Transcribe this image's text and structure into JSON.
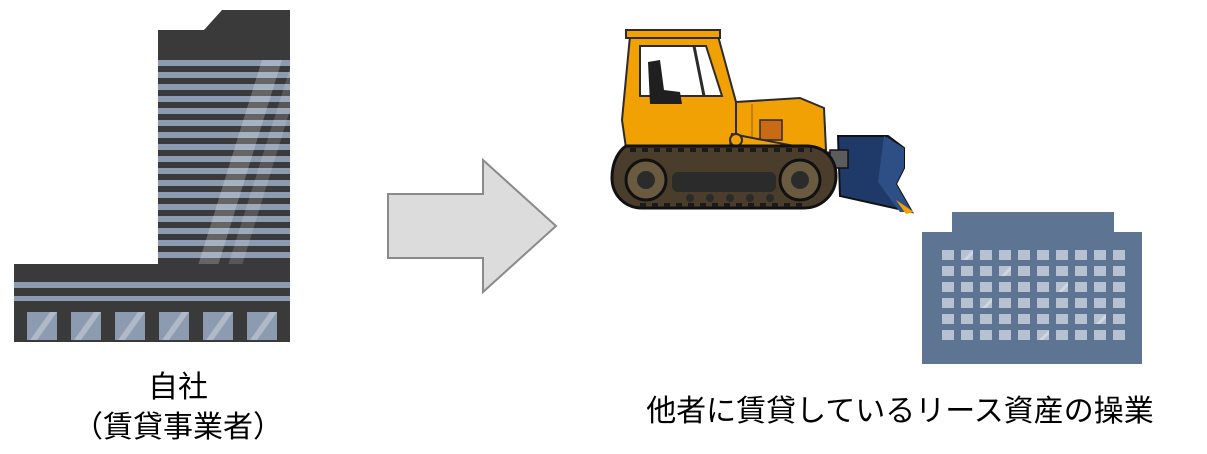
{
  "left_caption": {
    "line1": "自社",
    "line2": "（賃貸事業者）"
  },
  "right_caption": "他者に賃貸しているリース資産の操業",
  "icons": [
    "tall-office-building-icon",
    "right-arrow-icon",
    "bulldozer-icon",
    "small-office-building-icon"
  ],
  "colors": {
    "building_dark": "#3a3a3a",
    "building_stripe": "#8d9bb0",
    "arrow_fill": "#dcdcdc",
    "arrow_stroke": "#8a8a8a",
    "bulldozer_orange": "#f2a104",
    "blade_navy": "#1f3a68",
    "small_building": "#5d7592"
  }
}
